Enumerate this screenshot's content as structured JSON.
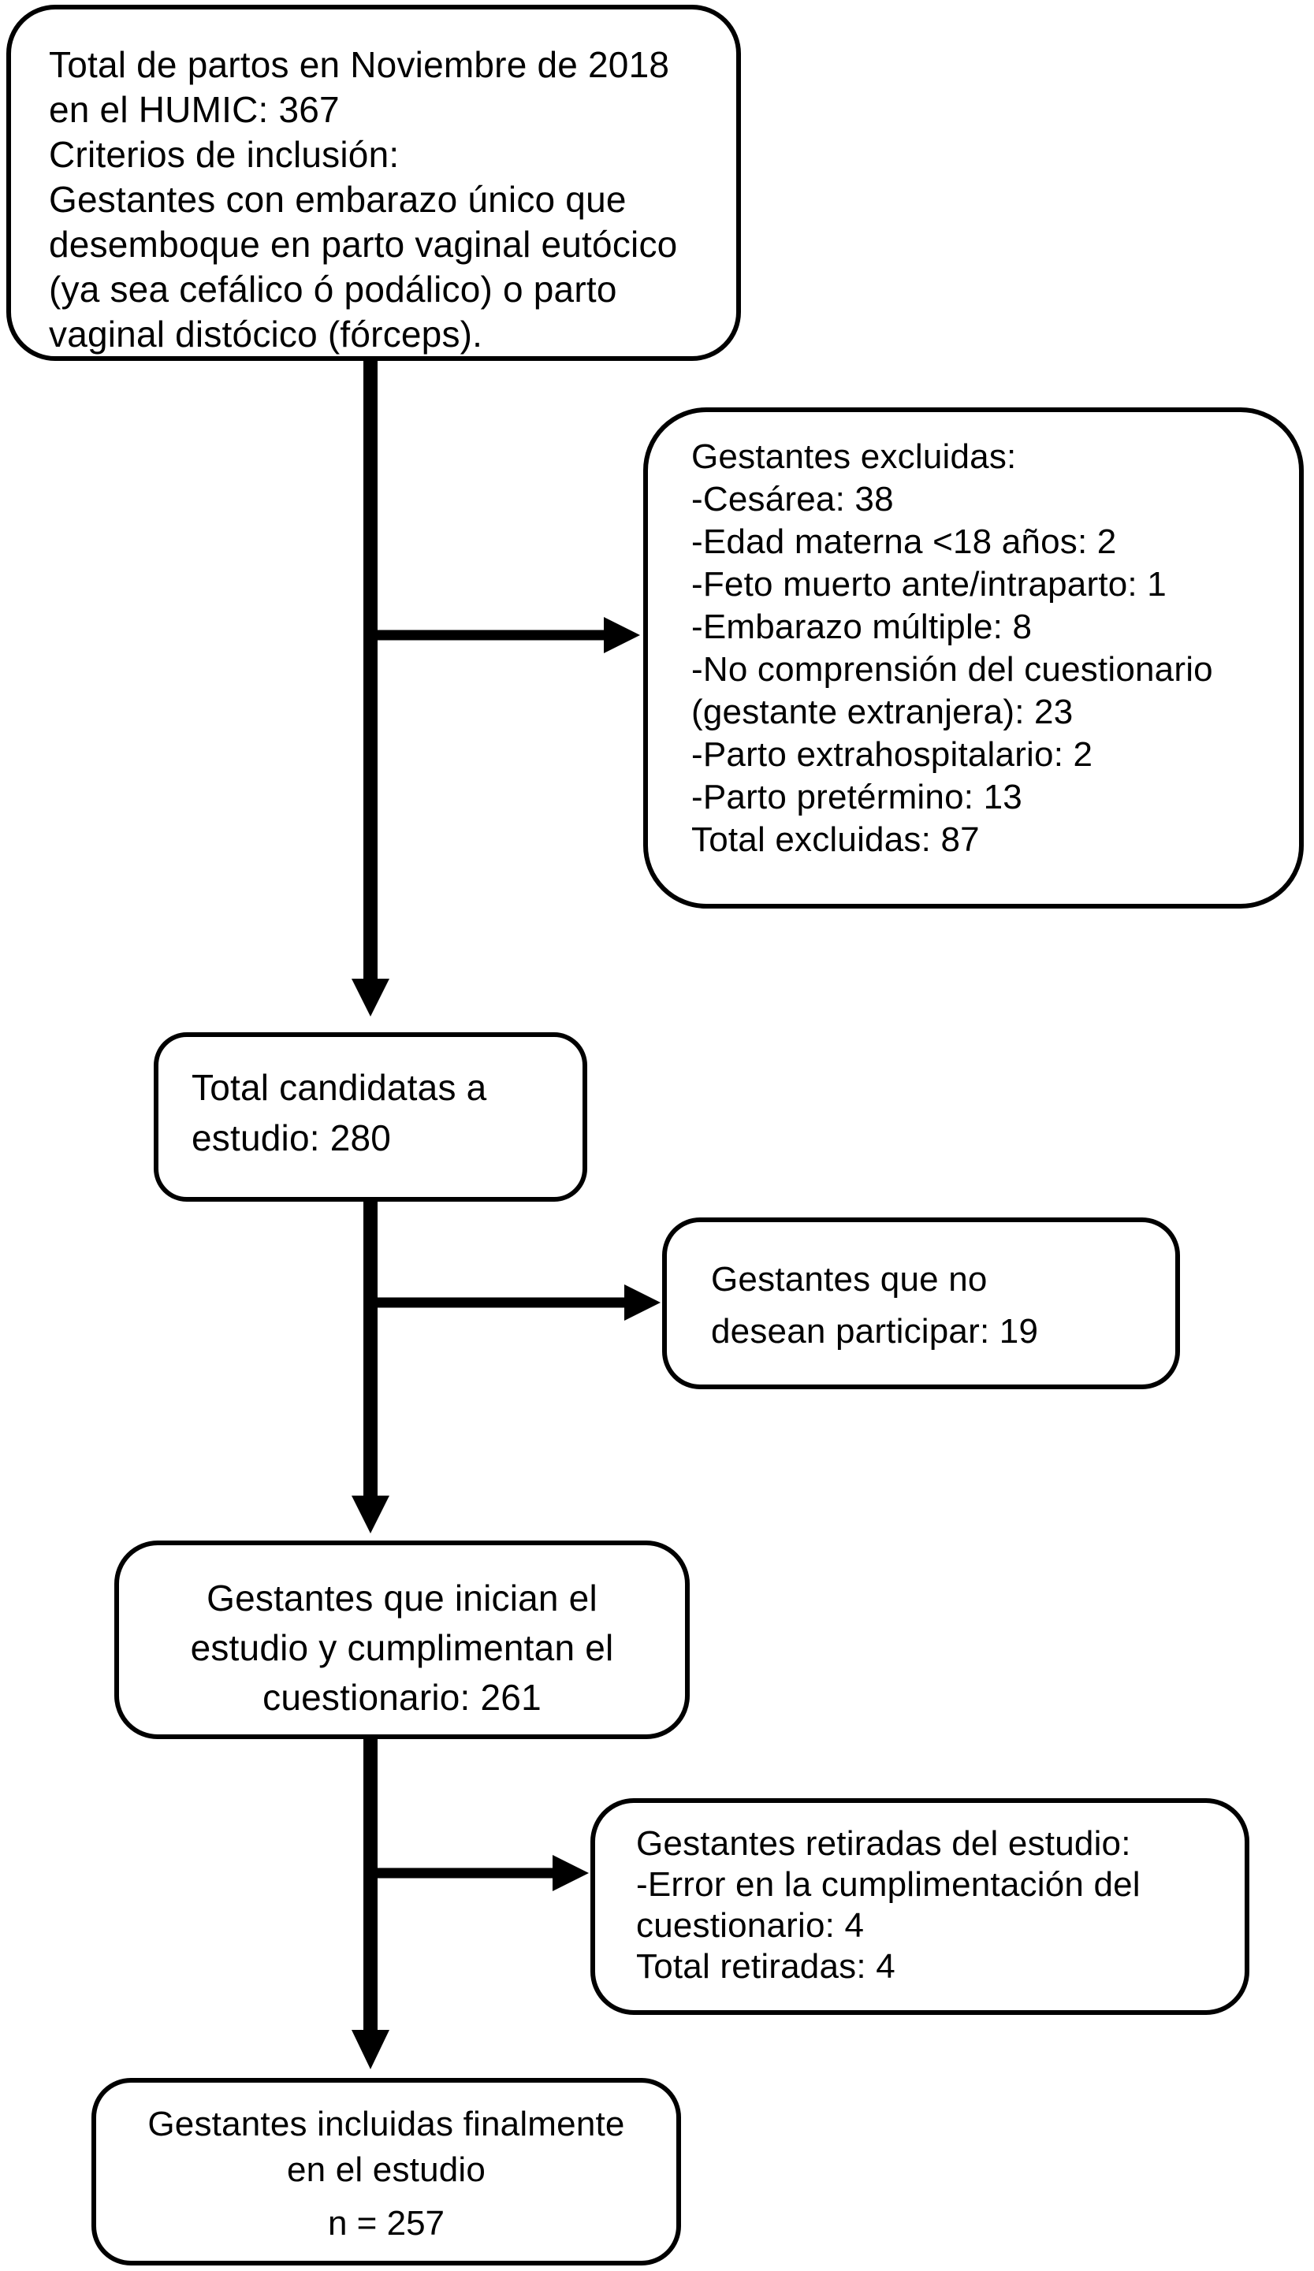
{
  "diagram": {
    "type": "flowchart",
    "colors": {
      "background": "#ffffff",
      "box_fill": "#ffffff",
      "box_border": "#000000",
      "arrow": "#000000",
      "text": "#000000"
    },
    "nodes": {
      "total_partos": {
        "text": "Total de partos en Noviembre de 2018\nen el HUMIC: 367\nCriterios de inclusión:\nGestantes con embarazo único que\ndesemboque en parto vaginal eutócico\n(ya sea cefálico ó podálico) o parto\nvaginal distócico (fórceps).",
        "total": "367"
      },
      "excluidas": {
        "text": "Gestantes excluidas:\n-Cesárea: 38\n-Edad materna <18 años: 2\n-Feto muerto ante/intraparto: 1\n-Embarazo múltiple: 8\n-No comprensión del cuestionario\n(gestante extranjera): 23\n-Parto extrahospitalario: 2\n-Parto pretérmino: 13\nTotal excluidas: 87",
        "total": "87"
      },
      "candidatas": {
        "text": "Total candidatas a\nestudio: 280",
        "total": "280"
      },
      "no_participan": {
        "text": "Gestantes que no\ndesean participar: 19",
        "total": "19"
      },
      "inician": {
        "text": "Gestantes que inician el\nestudio y cumplimentan el\ncuestionario: 261",
        "total": "261"
      },
      "retiradas": {
        "text": "Gestantes retiradas del estudio:\n-Error en la cumplimentación del\ncuestionario: 4\nTotal retiradas: 4",
        "total": "4"
      },
      "incluidas": {
        "text": "Gestantes incluidas finalmente\nen el estudio",
        "n_label": "n = 257",
        "total": "257"
      }
    }
  }
}
